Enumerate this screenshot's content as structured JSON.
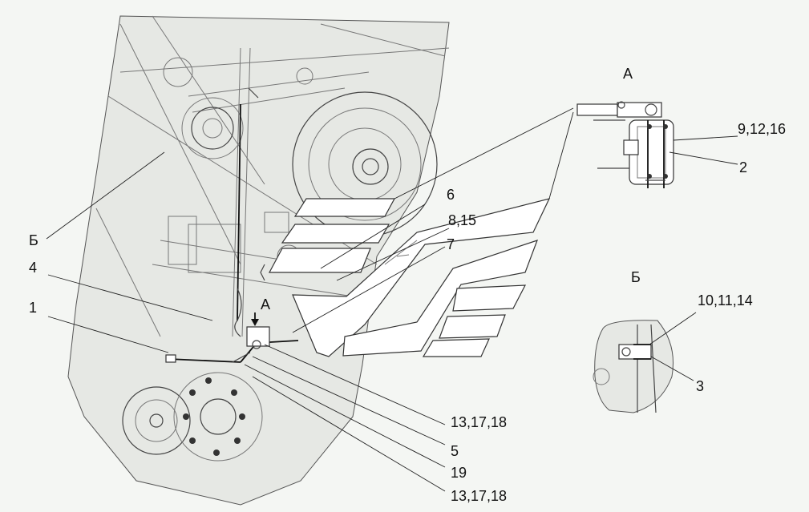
{
  "views": {
    "detail_a_title": "А",
    "detail_b_title": "Б",
    "arrow_a_label": "А"
  },
  "callouts": {
    "c1": "1",
    "c4": "4",
    "cB": "Б",
    "c6": "6",
    "c8_15": "8,15",
    "c7": "7",
    "c9_12_16": "9,12,16",
    "c2": "2",
    "c10_11_14": "10,11,14",
    "c3": "3",
    "c13_17_18_a": "13,17,18",
    "c5": "5",
    "c19": "19",
    "c13_17_18_b": "13,17,18"
  }
}
